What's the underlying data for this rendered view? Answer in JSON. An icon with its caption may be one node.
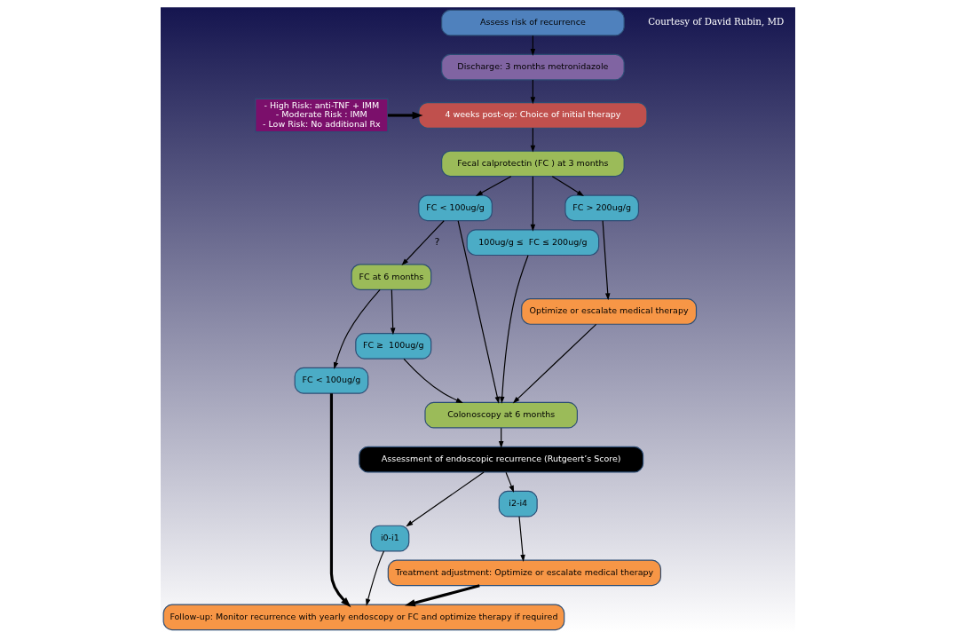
{
  "diagram": {
    "nodes": [
      {
        "text": [
          "Assess risk of recurrence"
        ]
      },
      {
        "text": [
          "Discharge: 3 months metronidazole"
        ]
      },
      {
        "text": [
          "4 weeks post-op: Choice of initial therapy"
        ]
      },
      {
        "text": [
          "- High Risk: anti-TNF + IMM",
          "- Moderate Risk : IMM",
          "- Low Risk: No additional Rx"
        ]
      },
      {
        "text": [
          "Fecal calprotectin (FC ) at 3 months"
        ]
      },
      {
        "text": [
          "FC < 100ug/g"
        ]
      },
      {
        "text": [
          "100ug/g ≤  FC ≤ 200ug/g"
        ]
      },
      {
        "text": [
          "FC > 200ug/g"
        ]
      },
      {
        "text": [
          "Optimize or escalate medical therapy"
        ]
      },
      {
        "text": [
          "FC at 6 months"
        ]
      },
      {
        "text": [
          "Colonoscopy at 6 months"
        ]
      },
      {
        "text": [
          "FC < 100ug/g"
        ]
      },
      {
        "text": [
          "FC ≥  100ug/g"
        ]
      },
      {
        "text": [
          "Assessment of endoscopic recurrence (Rutgeert’s Score)"
        ]
      },
      {
        "text": [
          "i0-i1"
        ]
      },
      {
        "text": [
          "i2-i4"
        ]
      },
      {
        "text": [
          "Follow-up: Monitor recurrence with yearly endoscopy or FC and optimize therapy if required"
        ]
      },
      {
        "text": [
          "Treatment adjustment: Optimize or escalate medical therapy"
        ]
      }
    ],
    "edges": [
      {
        "from": 0,
        "to": 1,
        "arrow": "to"
      },
      {
        "from": 1,
        "to": 2,
        "arrow": "to"
      },
      {
        "from": 3,
        "to": 2,
        "arrow": "to",
        "style": "thick"
      },
      {
        "from": 2,
        "to": 4,
        "arrow": "to"
      },
      {
        "from": 4,
        "to": 5,
        "arrow": "to"
      },
      {
        "from": 4,
        "to": 6,
        "arrow": "to"
      },
      {
        "from": 4,
        "to": 7,
        "arrow": "to"
      },
      {
        "from": 5,
        "to": 9,
        "arrow": "to",
        "label": "?"
      },
      {
        "from": 5,
        "to": 10,
        "arrow": "to"
      },
      {
        "from": 6,
        "to": 10,
        "arrow": "to"
      },
      {
        "from": 7,
        "to": 8,
        "arrow": "to"
      },
      {
        "from": 8,
        "to": 10,
        "arrow": "to"
      },
      {
        "from": 9,
        "to": 11,
        "arrow": "to"
      },
      {
        "from": 9,
        "to": 12,
        "arrow": "to"
      },
      {
        "from": 12,
        "to": 10,
        "arrow": "to"
      },
      {
        "from": 10,
        "to": 13,
        "arrow": "to"
      },
      {
        "from": 13,
        "to": 14,
        "arrow": "to"
      },
      {
        "from": 13,
        "to": 15,
        "arrow": "to"
      },
      {
        "from": 15,
        "to": 17,
        "arrow": "to"
      },
      {
        "from": 11,
        "to": 16,
        "arrow": "to",
        "style": "thick"
      },
      {
        "from": 14,
        "to": 16,
        "arrow": "to"
      },
      {
        "from": 17,
        "to": 16,
        "arrow": "to",
        "style": "thick"
      }
    ],
    "labels": [
      "Courtesy of David Rubin, MD"
    ]
  }
}
